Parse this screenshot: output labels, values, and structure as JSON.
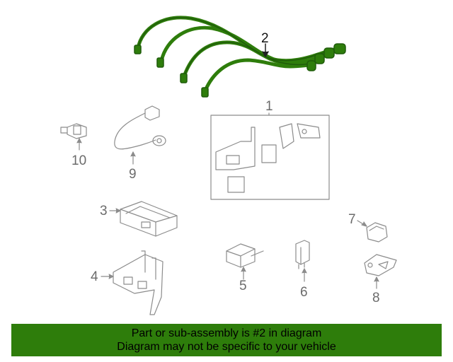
{
  "callouts": {
    "c1": "1",
    "c2": "2",
    "c3": "3",
    "c4": "4",
    "c5": "5",
    "c6": "6",
    "c7": "7",
    "c8": "8",
    "c9": "9",
    "c10": "10"
  },
  "banner": {
    "line1": "Part or sub-assembly is #2 in diagram",
    "line2": "Diagram may not be specific to your vehicle"
  },
  "colors": {
    "highlight_part": "#2e7d0b",
    "banner_bg": "#2e7d0b",
    "line_art": "#8c8c8c"
  }
}
